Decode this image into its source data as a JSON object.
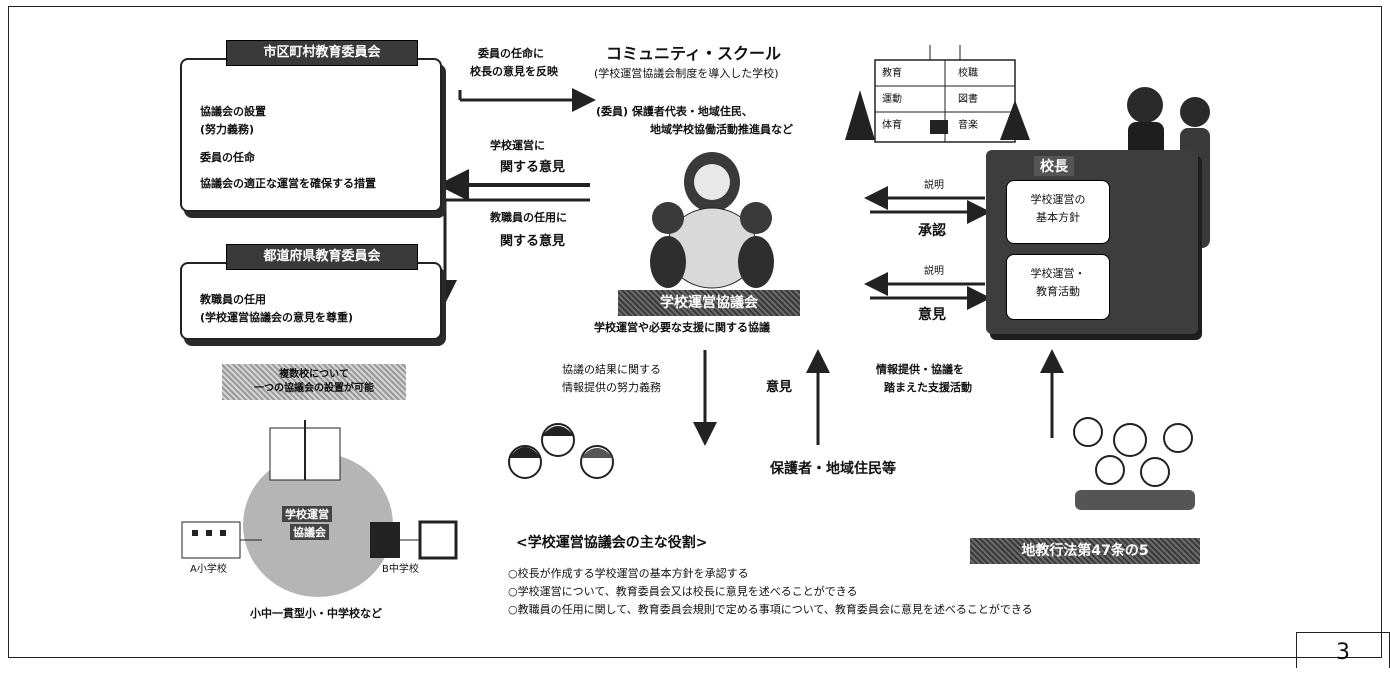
{
  "municipal_board": {
    "title": "市区町村教育委員会",
    "items": [
      "協議会の設置",
      "(努力義務)",
      "委員の任命",
      "協議会の適正な運営を確保する措置"
    ]
  },
  "prefectural_board": {
    "title": "都道府県教育委員会",
    "items": [
      "教職員の任用",
      "(学校運営協議会の意見を尊重)"
    ]
  },
  "flow_labels": {
    "appoint_1": "委員の任命に",
    "appoint_2": "校長の意見を反映",
    "opinion_school_1": "学校運営に",
    "opinion_school_2": "関する意見",
    "opinion_staff_1": "教職員の任用に",
    "opinion_staff_2": "関する意見"
  },
  "community_school": {
    "title": "コミュニティ・スクール",
    "subtitle": "(学校運営協議会制度を導入した学校)",
    "members_1": "(委員) 保護者代表・地域住民、",
    "members_2": "地域学校協働活動推進員など",
    "council_label": "学校運営協議会",
    "council_caption": "学校運営や必要な支援に関する協議"
  },
  "principal": {
    "badge": "校長",
    "policy": [
      "学校運営の",
      "基本方針"
    ],
    "activities": [
      "学校運営・",
      "教育活動"
    ],
    "explain_1": "説明",
    "approve": "承認",
    "explain_2": "説明",
    "opinion": "意見"
  },
  "building_signs": [
    "教育",
    "校職",
    "運動",
    "図書",
    "体育",
    "音楽"
  ],
  "lower_flow": {
    "left_1": "協議の結果に関する",
    "left_2": "情報提供の努力義務",
    "middle": "意見",
    "right_1": "情報提供・協議を",
    "right_2": "踏まえた支援活動"
  },
  "guardians": "保護者・地域住民等",
  "joint_note": {
    "line1": "複数校について",
    "line2": "一つの協議会の設置が可能",
    "center_1": "学校運営",
    "center_2": "協議会",
    "school_a": "A小学校",
    "school_b": "B中学校",
    "caption": "小中一貫型小・中学校など"
  },
  "roles": {
    "title": "<学校運営協議会の主な役割>",
    "items": [
      "○校長が作成する学校運営の基本方針を承認する",
      "○学校運営について、教育委員会又は校長に意見を述べることができる",
      "○教職員の任用に関して、教育委員会規則で定める事項について、教育委員会に意見を述べることができる"
    ]
  },
  "law_badge": "地教行法第47条の5",
  "page_number": "3"
}
